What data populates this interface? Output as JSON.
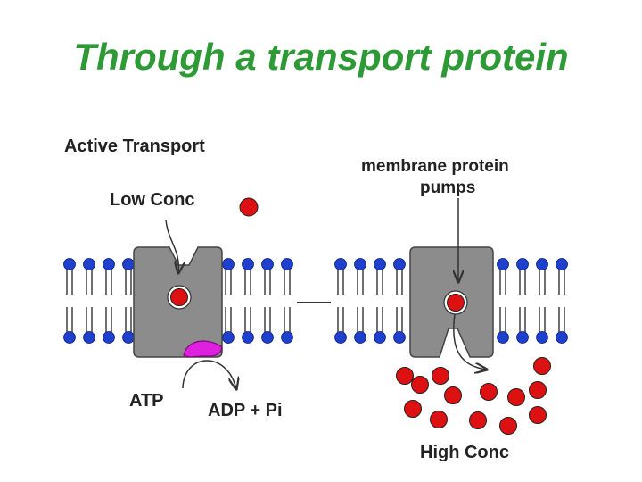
{
  "slide": {
    "title": "Through a transport protein"
  },
  "diagram": {
    "heading": "Active Transport",
    "low_conc_label": "Low Conc",
    "high_conc_label": "High Conc",
    "pump_label_line1": "membrane protein",
    "pump_label_line2": "pumps",
    "atp_label": "ATP",
    "adp_label": "ADP + Pi"
  },
  "colors": {
    "title_green": "#2e9a36",
    "phospholipid_head": "#1f3fcf",
    "protein_gray": "#8c8c8c",
    "solute_red": "#dd1111",
    "atp_magenta": "#e020e0"
  }
}
